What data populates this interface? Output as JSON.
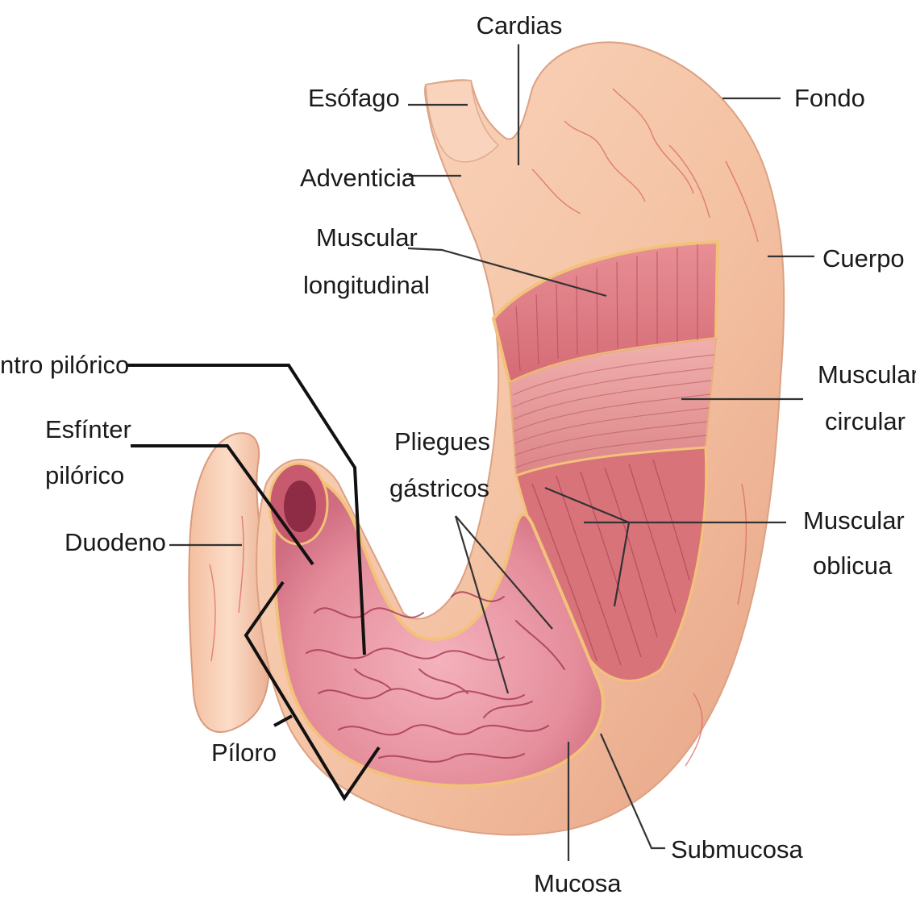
{
  "colors": {
    "background": "#ffffff",
    "outer_wall": "#f6c6a8",
    "outer_wall_shade": "#e8a98a",
    "muscle_layer": "#d9737a",
    "mucosa": "#e8909c",
    "rim": "#f2c27a",
    "vessel": "#d9665e",
    "fold_line": "#a3344e",
    "leader_thin": "#333333",
    "leader_thick": "#111111"
  },
  "labels": {
    "cardias": "Cardias",
    "esofago": "Esófago",
    "fondo": "Fondo",
    "adventicia": "Adventicia",
    "muscular_longitudinal_1": "Muscular",
    "muscular_longitudinal_2": "longitudinal",
    "cuerpo": "Cuerpo",
    "antro_pilorico": "ntro pilórico",
    "muscular_circular_1": "Muscular",
    "muscular_circular_2": "circular",
    "esfinter_pilorico_1": "Esfínter",
    "esfinter_pilorico_2": "pilórico",
    "pliegues_gastricos_1": "Pliegues",
    "pliegues_gastricos_2": "gástricos",
    "muscular_oblicua_1": "Muscular",
    "muscular_oblicua_2": "oblicua",
    "duodeno": "Duodeno",
    "piloro": "Píloro",
    "submucosa": "Submucosa",
    "mucosa": "Mucosa"
  }
}
